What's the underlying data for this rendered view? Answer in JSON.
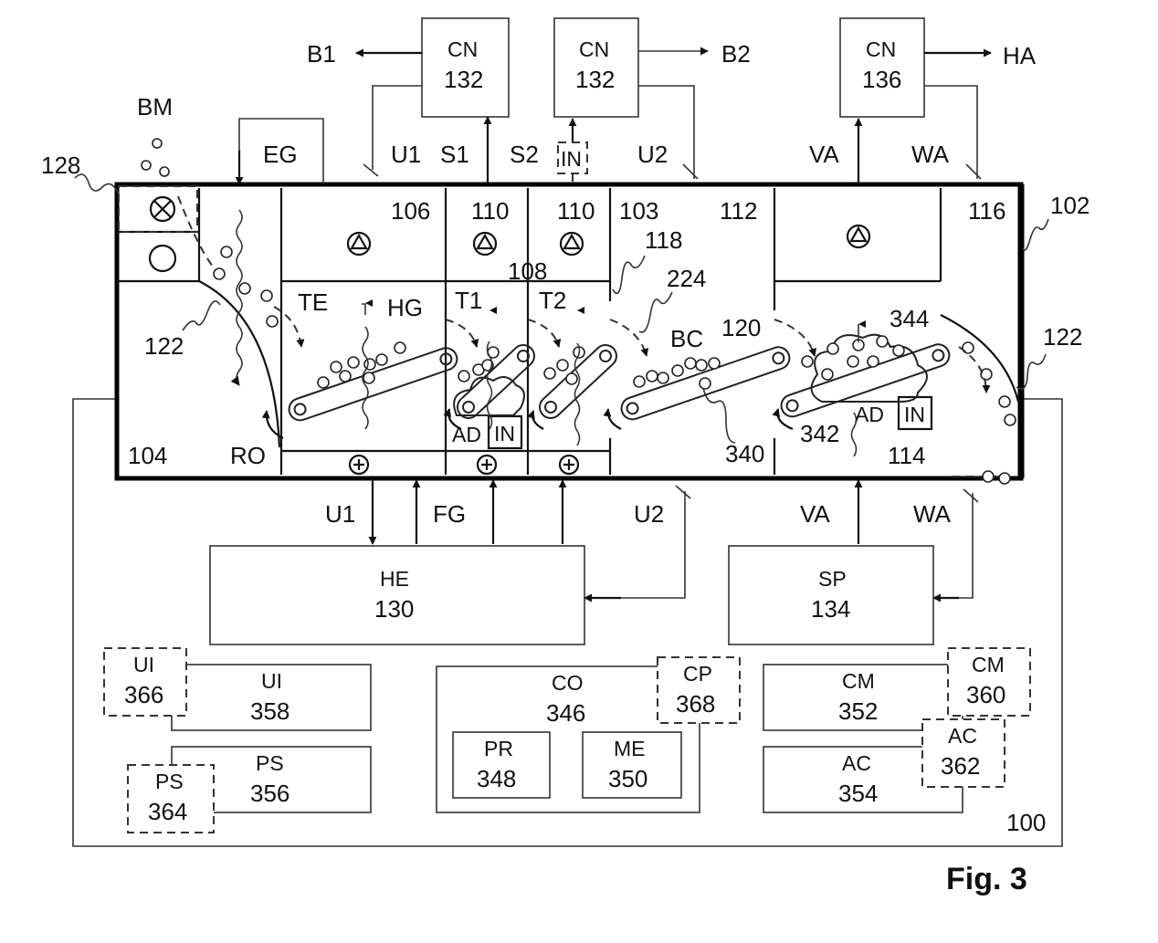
{
  "caption": "Fig. 3",
  "blocks": {
    "cn132a": {
      "l1": "CN",
      "l2": "132"
    },
    "cn132b": {
      "l1": "CN",
      "l2": "132"
    },
    "cn136": {
      "l1": "CN",
      "l2": "136"
    },
    "he": {
      "l1": "HE",
      "l2": "130"
    },
    "sp": {
      "l1": "SP",
      "l2": "134"
    },
    "ui358": {
      "l1": "UI",
      "l2": "358"
    },
    "ui366": {
      "l1": "UI",
      "l2": "366"
    },
    "ps356": {
      "l1": "PS",
      "l2": "356"
    },
    "ps364": {
      "l1": "PS",
      "l2": "364"
    },
    "co": {
      "l1": "CO",
      "l2": "346"
    },
    "cp": {
      "l1": "CP",
      "l2": "368"
    },
    "pr": {
      "l1": "PR",
      "l2": "348"
    },
    "me": {
      "l1": "ME",
      "l2": "350"
    },
    "cm352": {
      "l1": "CM",
      "l2": "352"
    },
    "cm360": {
      "l1": "CM",
      "l2": "360"
    },
    "ac354": {
      "l1": "AC",
      "l2": "354"
    },
    "ac362": {
      "l1": "AC",
      "l2": "362"
    }
  },
  "labels": {
    "b1": "B1",
    "b2": "B2",
    "ha": "HA",
    "bm": "BM",
    "eg": "EG",
    "u1_top": "U1",
    "s1": "S1",
    "s2": "S2",
    "in_top": "IN",
    "u2_top": "U2",
    "va_top": "VA",
    "wa_top": "WA",
    "n128": "128",
    "n106": "106",
    "n110a": "110",
    "n110b": "110",
    "n103": "103",
    "n112": "112",
    "n116": "116",
    "n102": "102",
    "n118": "118",
    "n108": "108",
    "n224": "224",
    "n122a": "122",
    "n122b": "122",
    "te": "TE",
    "hg": "HG",
    "t1": "T1",
    "t2": "T2",
    "bc": "BC",
    "n120": "120",
    "n344": "344",
    "ad1": "AD",
    "in1": "IN",
    "ad2": "AD",
    "in2": "IN",
    "n342": "342",
    "n340": "340",
    "n104": "104",
    "ro": "RO",
    "n114": "114",
    "u1_bot": "U1",
    "fg": "FG",
    "u2_bot": "U2",
    "va_bot": "VA",
    "wa_bot": "WA",
    "n100": "100"
  }
}
